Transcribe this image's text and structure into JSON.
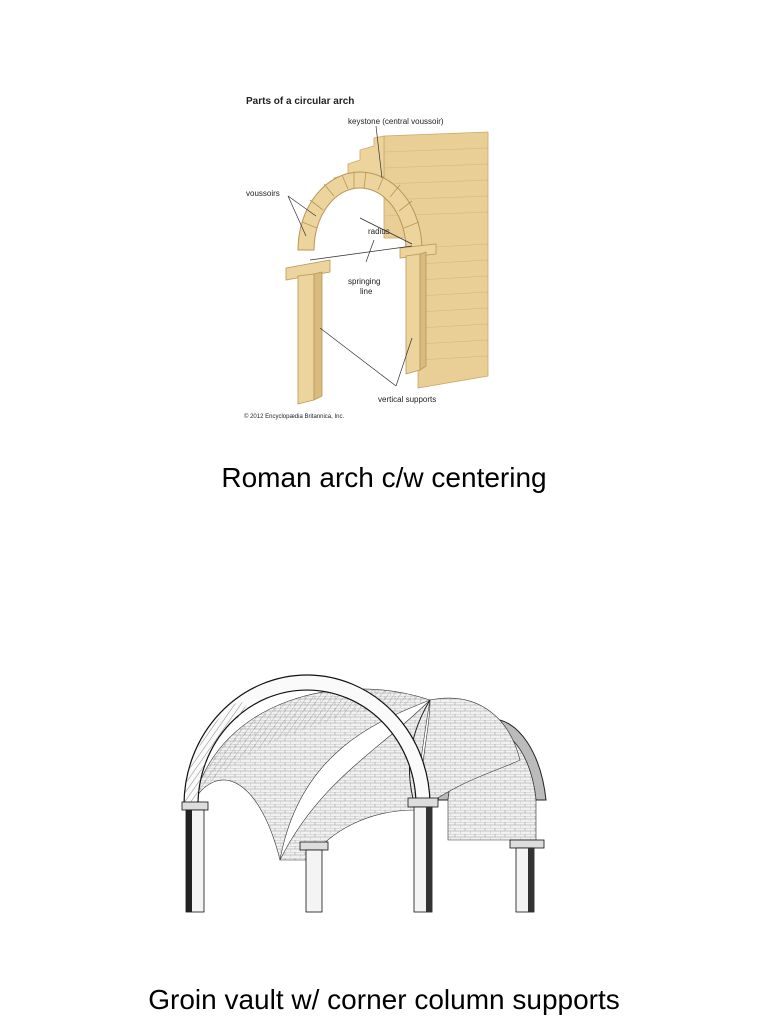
{
  "arch_figure": {
    "title": "Parts of a circular arch",
    "labels": {
      "keystone": "keystone (central voussoir)",
      "voussoirs": "voussoirs",
      "radius": "radius",
      "springing": "springing",
      "line": "line",
      "vertical_supports": "vertical supports"
    },
    "copyright": "© 2012 Encyclopædia Britannica, Inc.",
    "colors": {
      "stone": "#ecd49c",
      "stone_shade": "#d8bb7d",
      "mortar": "#c9a866"
    }
  },
  "captions": {
    "arch": "Roman arch c/w centering",
    "vault": "Groin vault w/ corner column supports"
  }
}
